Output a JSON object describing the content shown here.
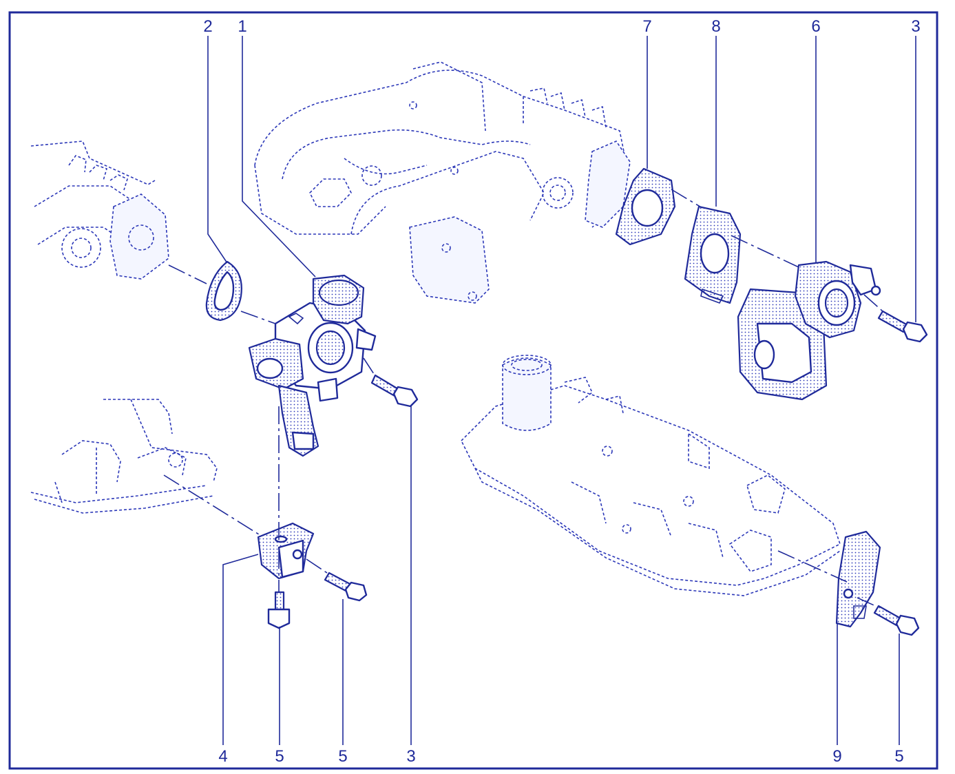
{
  "callouts": {
    "top": [
      {
        "label": "2"
      },
      {
        "label": "1"
      },
      {
        "label": "7"
      },
      {
        "label": "8"
      },
      {
        "label": "6"
      },
      {
        "label": "3"
      }
    ],
    "bottom": [
      {
        "label": "4"
      },
      {
        "label": "5"
      },
      {
        "label": "5"
      },
      {
        "label": "3"
      },
      {
        "label": "9"
      },
      {
        "label": "5"
      }
    ]
  },
  "colors": {
    "ink": "#1f2a9a",
    "paper": "#ffffff"
  }
}
